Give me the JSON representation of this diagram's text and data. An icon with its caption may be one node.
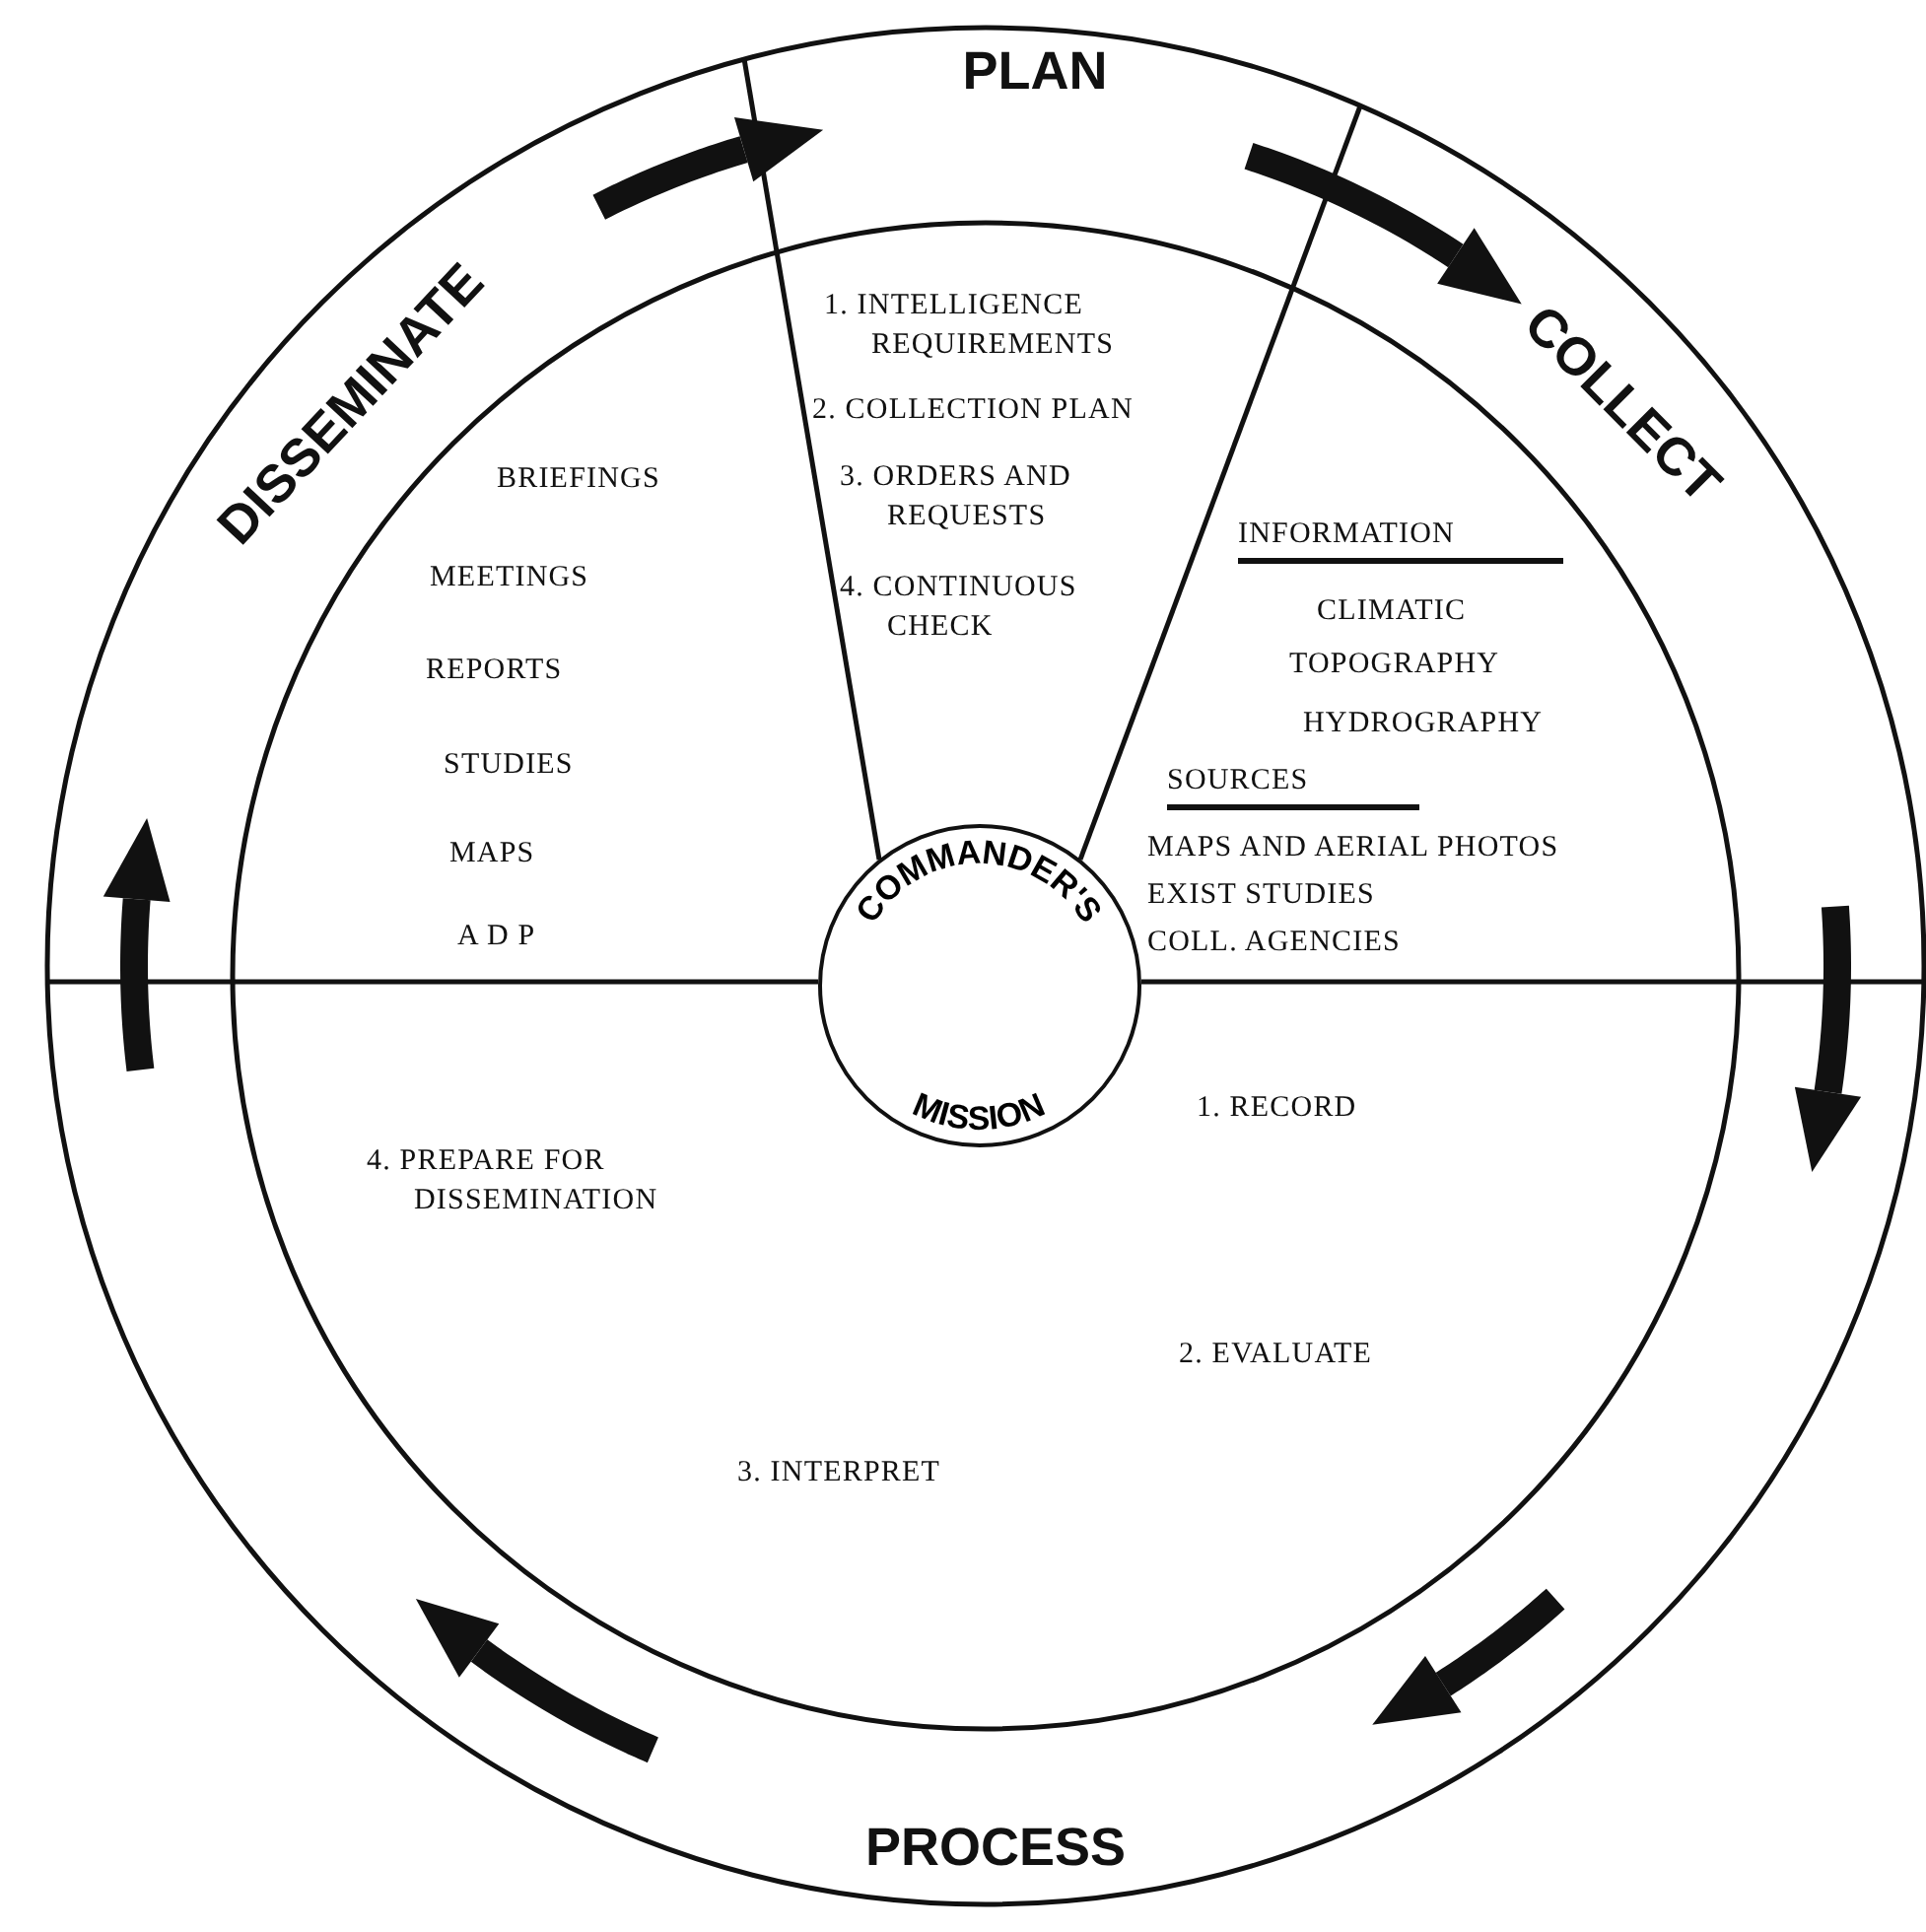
{
  "diagram": {
    "nodes": [
      {
        "text": [
          "COMMANDER'S",
          "MISSION"
        ]
      }
    ],
    "labels": [
      "PLAN",
      "DISSEMINATE",
      "COLLECT",
      "1. INTELLIGENCE REQUIREMENTS",
      "2. COLLECTION PLAN",
      "3. ORDERS AND REQUESTS",
      "4. CONTINUOUS CHECK",
      "BRIEFINGS",
      "MEETINGS",
      "REPORTS",
      "STUDIES",
      "MAPS",
      "A D P",
      "INFORMATION",
      "CLIMATIC",
      "TOPOGRAPHY",
      "HYDROGRAPHY",
      "SOURCES",
      "MAPS AND AERIAL PHOTOS",
      "EXIST STUDIES",
      "COLL. AGENCIES",
      "1. RECORD",
      "4. PREPARE FOR DISSEMINATION",
      "2. EVALUATE",
      "3. INTERPRET",
      "PROCESS"
    ]
  }
}
